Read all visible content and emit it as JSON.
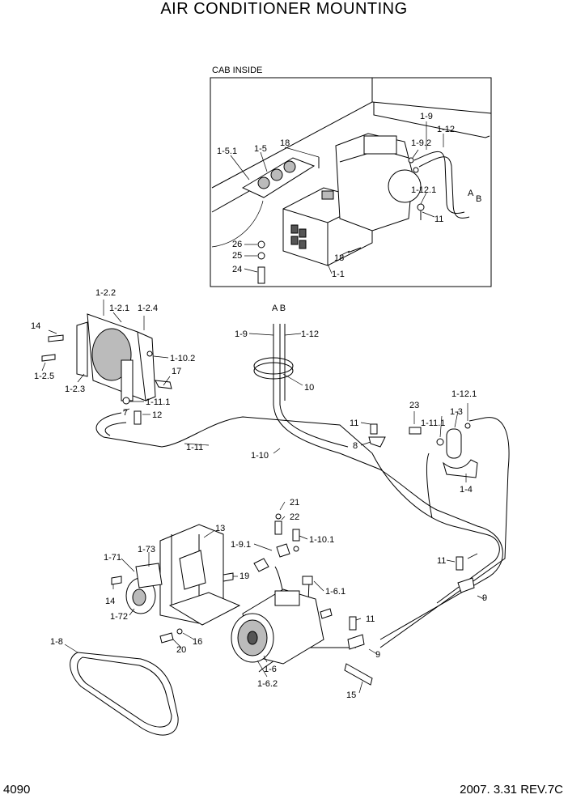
{
  "title": "AIR CONDITIONER MOUNTING",
  "inset_title": "CAB INSIDE",
  "page_number": "4090",
  "revision": "2007. 3.31  REV.7C",
  "part_labels": [
    "1-9",
    "1-12",
    "1-9.2",
    "1-5.1",
    "1-5",
    "18",
    "1-12.1",
    "A",
    "B",
    "11",
    "26",
    "25",
    "18",
    "24",
    "1-1",
    "1-2.2",
    "1-2.1",
    "1-2.4",
    "14",
    "1-10.2",
    "17",
    "1-2.5",
    "1-2.3",
    "1-11.1",
    "7",
    "12",
    "1-11",
    "A B",
    "1-9",
    "1-12",
    "10",
    "1-10",
    "11",
    "8",
    "23",
    "1-12.1",
    "1-3",
    "1-11.1",
    "1-4",
    "21",
    "22",
    "1-9.1",
    "1-10.1",
    "13",
    "1-71",
    "1-73",
    "19",
    "14",
    "1-72",
    "1-6.1",
    "11",
    "9",
    "11",
    "20",
    "16",
    "9",
    "1-8",
    "1-6",
    "1-6.2",
    "15"
  ]
}
